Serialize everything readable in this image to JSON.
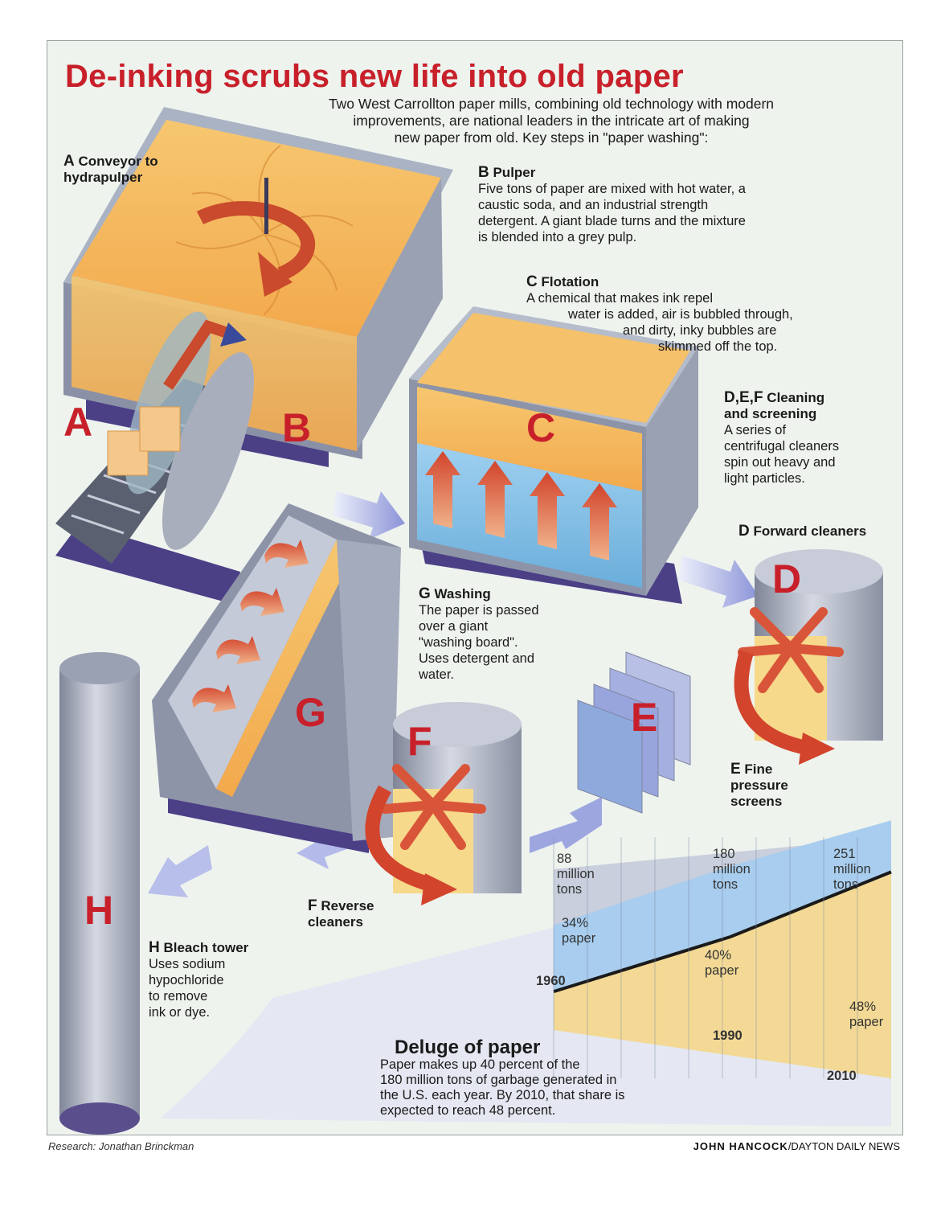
{
  "title": "De-inking scrubs new life into old paper",
  "intro": [
    "Two West Carrollton paper mills, combining old technology with modern",
    "improvements, are national leaders in the intricate art of making",
    "new paper from old. Key steps in \"paper washing\":"
  ],
  "steps": {
    "A": {
      "letter": "A",
      "title": "Conveyor to",
      "lines": [
        "hydrapulper"
      ]
    },
    "B": {
      "letter": "B",
      "title": "Pulper",
      "lines": [
        "Five tons of paper are mixed with hot water, a",
        "caustic soda, and an industrial strength",
        "detergent. A giant blade turns and the mixture",
        "is blended into a grey pulp."
      ]
    },
    "C": {
      "letter": "C",
      "title": "Flotation",
      "lines": [
        "A chemical that makes ink repel",
        "water is added, air is bubbled through,",
        "and dirty, inky bubbles are",
        "skimmed off the top."
      ]
    },
    "DEF": {
      "letter": "D,E,F",
      "title": "Cleaning",
      "title2": "and screening",
      "lines": [
        "A series of",
        "centrifugal cleaners",
        "spin out heavy and",
        "light particles."
      ]
    },
    "D": {
      "letter": "D",
      "title": "Forward cleaners"
    },
    "E": {
      "letter": "E",
      "title": "Fine",
      "lines": [
        "pressure",
        "screens"
      ]
    },
    "F": {
      "letter": "F",
      "title": "Reverse",
      "lines": [
        "cleaners"
      ]
    },
    "G": {
      "letter": "G",
      "title": "Washing",
      "lines": [
        "The paper is passed",
        "over a giant",
        "\"washing board\".",
        "Uses detergent and",
        "water."
      ]
    },
    "H": {
      "letter": "H",
      "title": "Bleach tower",
      "lines": [
        "Uses sodium",
        "hypochloride",
        "to remove",
        "ink or dye."
      ]
    }
  },
  "big_letters": [
    "A",
    "B",
    "C",
    "D",
    "E",
    "F",
    "G",
    "H"
  ],
  "chart_data": {
    "type": "area",
    "title": "Deluge of paper",
    "x": [
      1960,
      1990,
      2010
    ],
    "series": [
      {
        "name": "garbage",
        "values": [
          88,
          180,
          251
        ],
        "unit": "million tons"
      },
      {
        "name": "paper share",
        "values": [
          34,
          40,
          48
        ],
        "unit": "%"
      }
    ],
    "labels": {
      "total": [
        "88 million tons",
        "180 million tons",
        "251 million tons"
      ],
      "share": [
        "34% paper",
        "40% paper",
        "48% paper"
      ],
      "years": [
        "1960",
        "1990",
        "2010"
      ]
    }
  },
  "deluge": {
    "heading": "Deluge of paper",
    "lines": [
      "Paper makes up 40 percent of the",
      "180 million tons of garbage generated in",
      "the U.S. each year. By 2010, that share is",
      "expected to reach 48 percent."
    ]
  },
  "credits": {
    "research": "Research: Jonathan Brinckman",
    "artist": "JOHN HANCOCK",
    "publication": "/DAYTON DAILY NEWS"
  },
  "colors": {
    "title_red": "#c8202a",
    "pulp": "#f2b45a",
    "water": "#8fc6ea",
    "steel": "#a9aebd",
    "shadow": "#5a4e8c"
  }
}
